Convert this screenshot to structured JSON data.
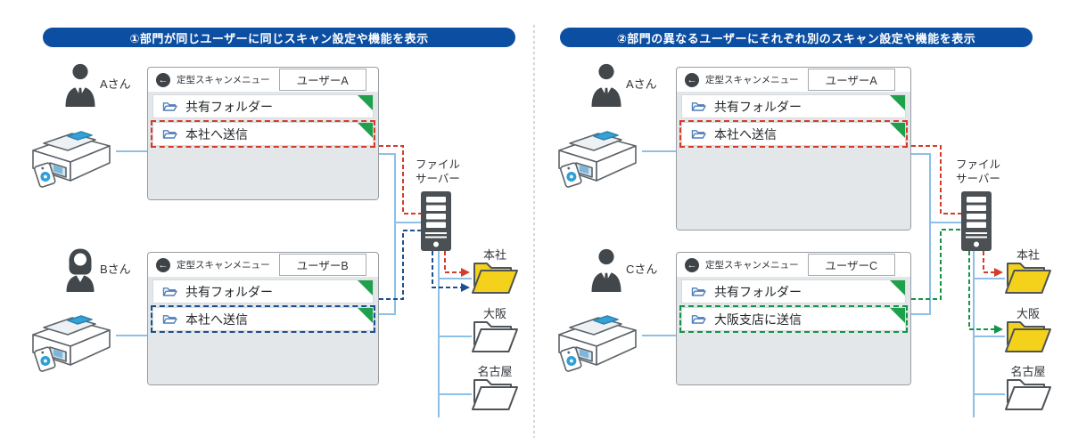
{
  "icons": {
    "back": "←"
  },
  "colors": {
    "banner_bg": "#0c4fa2",
    "highlight_red": "#d63b2a",
    "highlight_navy": "#1c4f8f",
    "highlight_green": "#149446",
    "connector_blue": "#8cc0e6",
    "folder_yellow": "#f4d21c",
    "folder_white": "#ffffff",
    "server_gray": "#4b5055",
    "corner_green": "#1fa04a"
  },
  "panel1": {
    "title": "①部門が同じユーザーに同じスキャン設定や機能を表示",
    "user_a": {
      "name": "Aさん"
    },
    "user_b": {
      "name": "Bさん"
    },
    "screen_a": {
      "menu_title": "定型スキャンメニュー",
      "badge": "ユーザーA",
      "item1": "共有フォルダー",
      "item2": "本社へ送信"
    },
    "screen_b": {
      "menu_title": "定型スキャンメニュー",
      "badge": "ユーザーB",
      "item1": "共有フォルダー",
      "item2": "本社へ送信"
    },
    "server_label1": "ファイル",
    "server_label2": "サーバー",
    "folder1": "本社",
    "folder2": "大阪",
    "folder3": "名古屋"
  },
  "panel2": {
    "title": "②部門の異なるユーザーにそれぞれ別のスキャン設定や機能を表示",
    "user_a": {
      "name": "Aさん"
    },
    "user_c": {
      "name": "Cさん"
    },
    "screen_a": {
      "menu_title": "定型スキャンメニュー",
      "badge": "ユーザーA",
      "item1": "共有フォルダー",
      "item2": "本社へ送信"
    },
    "screen_c": {
      "menu_title": "定型スキャンメニュー",
      "badge": "ユーザーC",
      "item1": "共有フォルダー",
      "item2": "大阪支店に送信"
    },
    "server_label1": "ファイル",
    "server_label2": "サーバー",
    "folder1": "本社",
    "folder2": "大阪",
    "folder3": "名古屋"
  }
}
